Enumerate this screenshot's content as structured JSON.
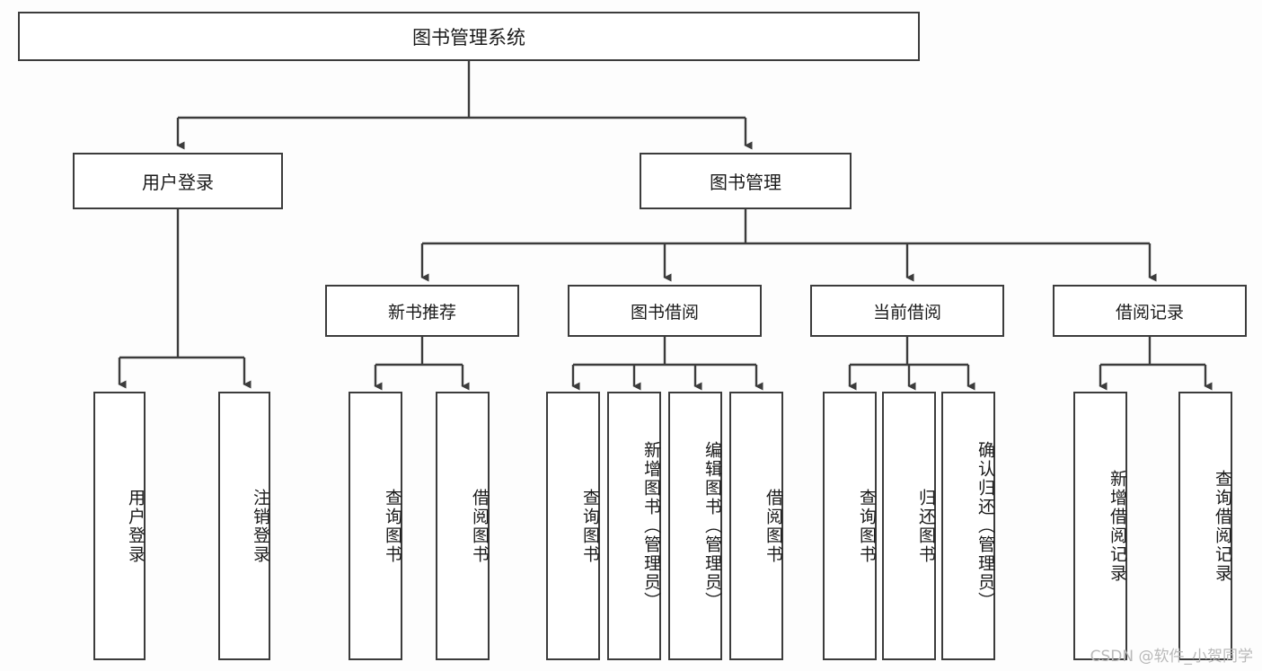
{
  "diagram": {
    "title": "图书管理系统",
    "root": {
      "label": "图书管理系统"
    },
    "level2": [
      {
        "label": "用户登录"
      },
      {
        "label": "图书管理"
      }
    ],
    "level3": [
      {
        "label": "新书推荐"
      },
      {
        "label": "图书借阅"
      },
      {
        "label": "当前借阅"
      },
      {
        "label": "借阅记录"
      }
    ],
    "leaves": {
      "user_login": [
        {
          "label": "用户登录"
        },
        {
          "label": "注销登录"
        }
      ],
      "new_book_recommend": [
        {
          "label": "查询图书"
        },
        {
          "label": "借阅图书"
        }
      ],
      "book_borrow": [
        {
          "label": "查询图书"
        },
        {
          "label": "新增图书（管理员）"
        },
        {
          "label": "编辑图书（管理员）"
        },
        {
          "label": "借阅图书"
        }
      ],
      "current_borrow": [
        {
          "label": "查询图书"
        },
        {
          "label": "归还图书"
        },
        {
          "label": "确认归还（管理员）"
        }
      ],
      "borrow_records": [
        {
          "label": "新增借阅记录"
        },
        {
          "label": "查询借阅记录"
        }
      ]
    }
  },
  "watermark": {
    "text": "CSDN @软件_小贺同学"
  },
  "colors": {
    "border": "#3c3c3c",
    "box_fill": "#ffffff",
    "text": "#1a1a1a",
    "watermark": "#b9b9b9"
  }
}
